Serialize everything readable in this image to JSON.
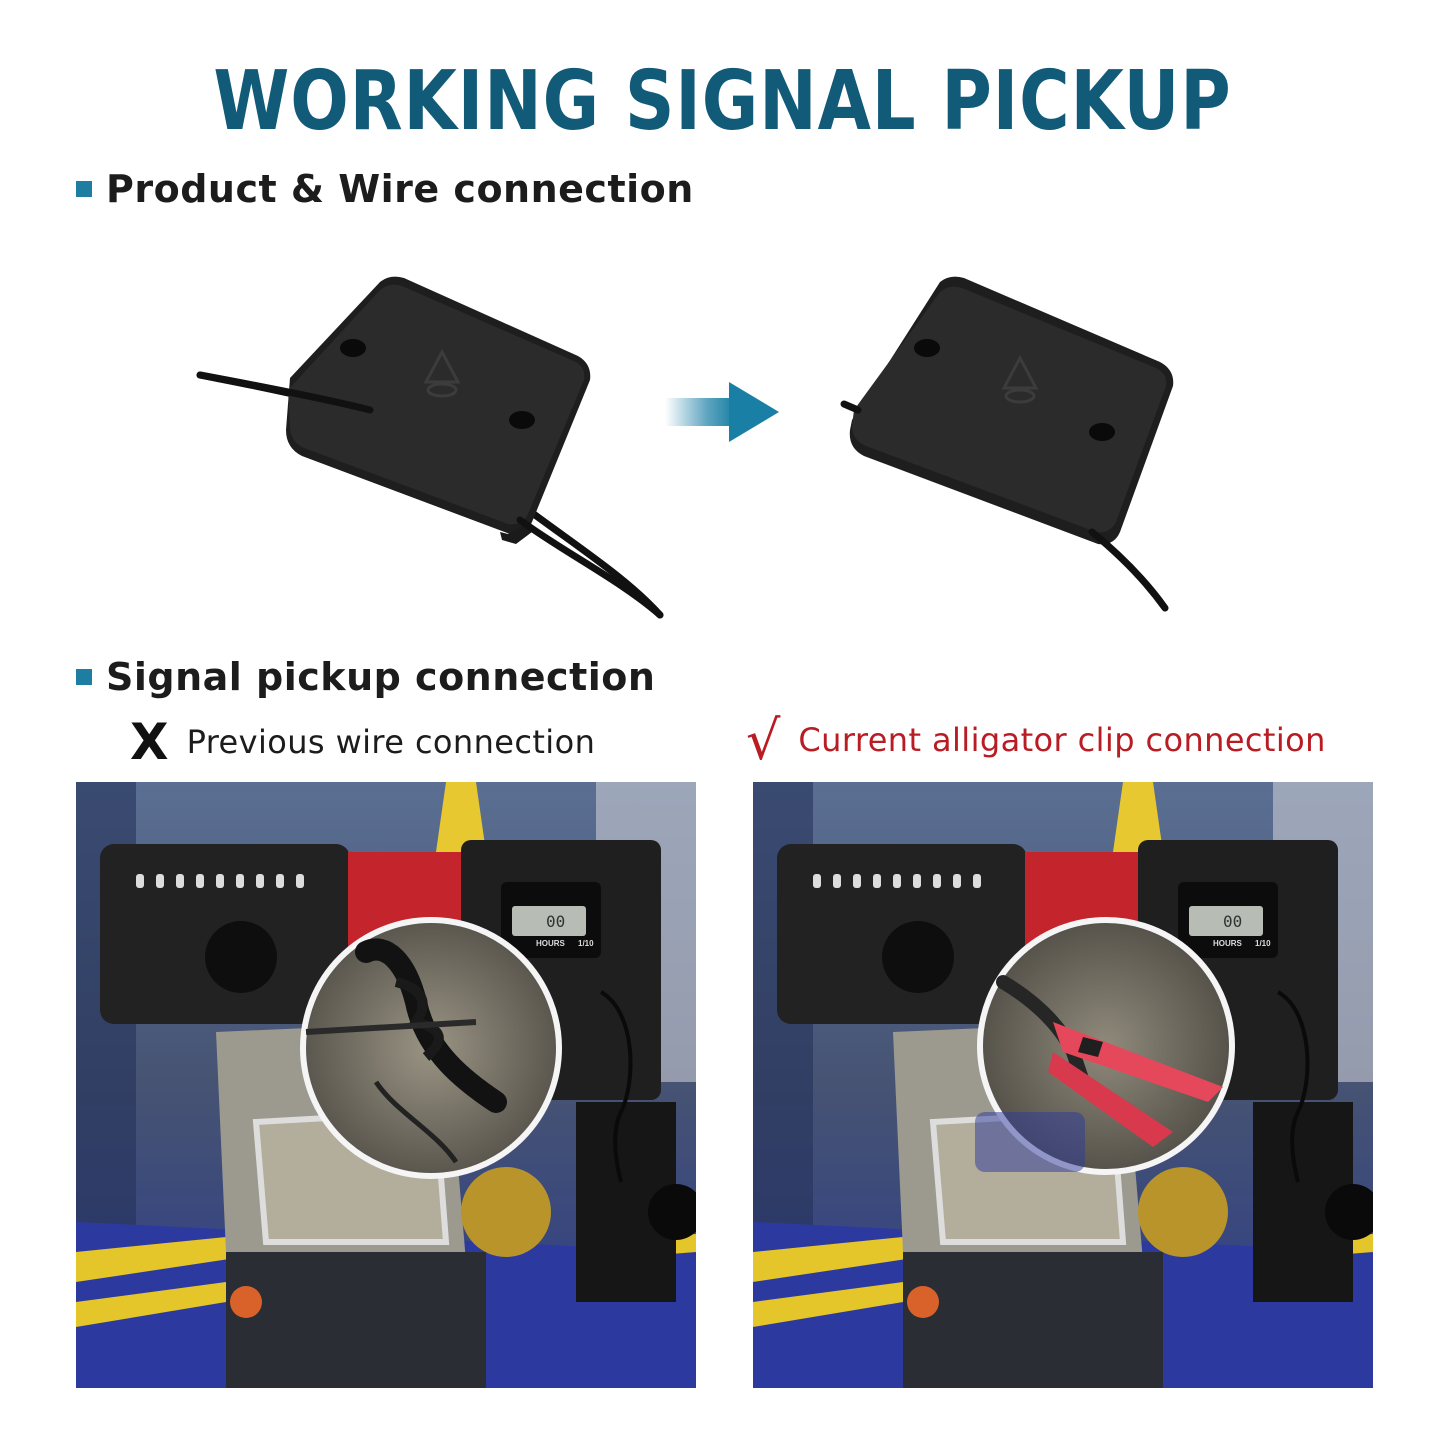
{
  "title": "WORKING SIGNAL PICKUP",
  "sections": {
    "product": {
      "heading": "Product & Wire connection"
    },
    "signal": {
      "heading": "Signal pickup connection"
    }
  },
  "captions": {
    "previous": {
      "mark": "X",
      "text": "Previous wire connection"
    },
    "current": {
      "mark": "√",
      "text": "Current alligator clip connection"
    }
  },
  "meter": {
    "display": "00",
    "unit_label": "HOURS",
    "resolution_label": "1/10"
  },
  "icons": {
    "bullet": "square-bullet-icon",
    "arrow": "right-arrow-icon",
    "wrong": "x-mark-icon",
    "right": "check-mark-icon"
  },
  "colors": {
    "title": "#115a78",
    "bullet": "#1d7ea2",
    "wrong_mark": "#111111",
    "current_caption": "#b81d24",
    "previous_caption": "#1c1c1c",
    "arrow": "#1a7fa5"
  }
}
